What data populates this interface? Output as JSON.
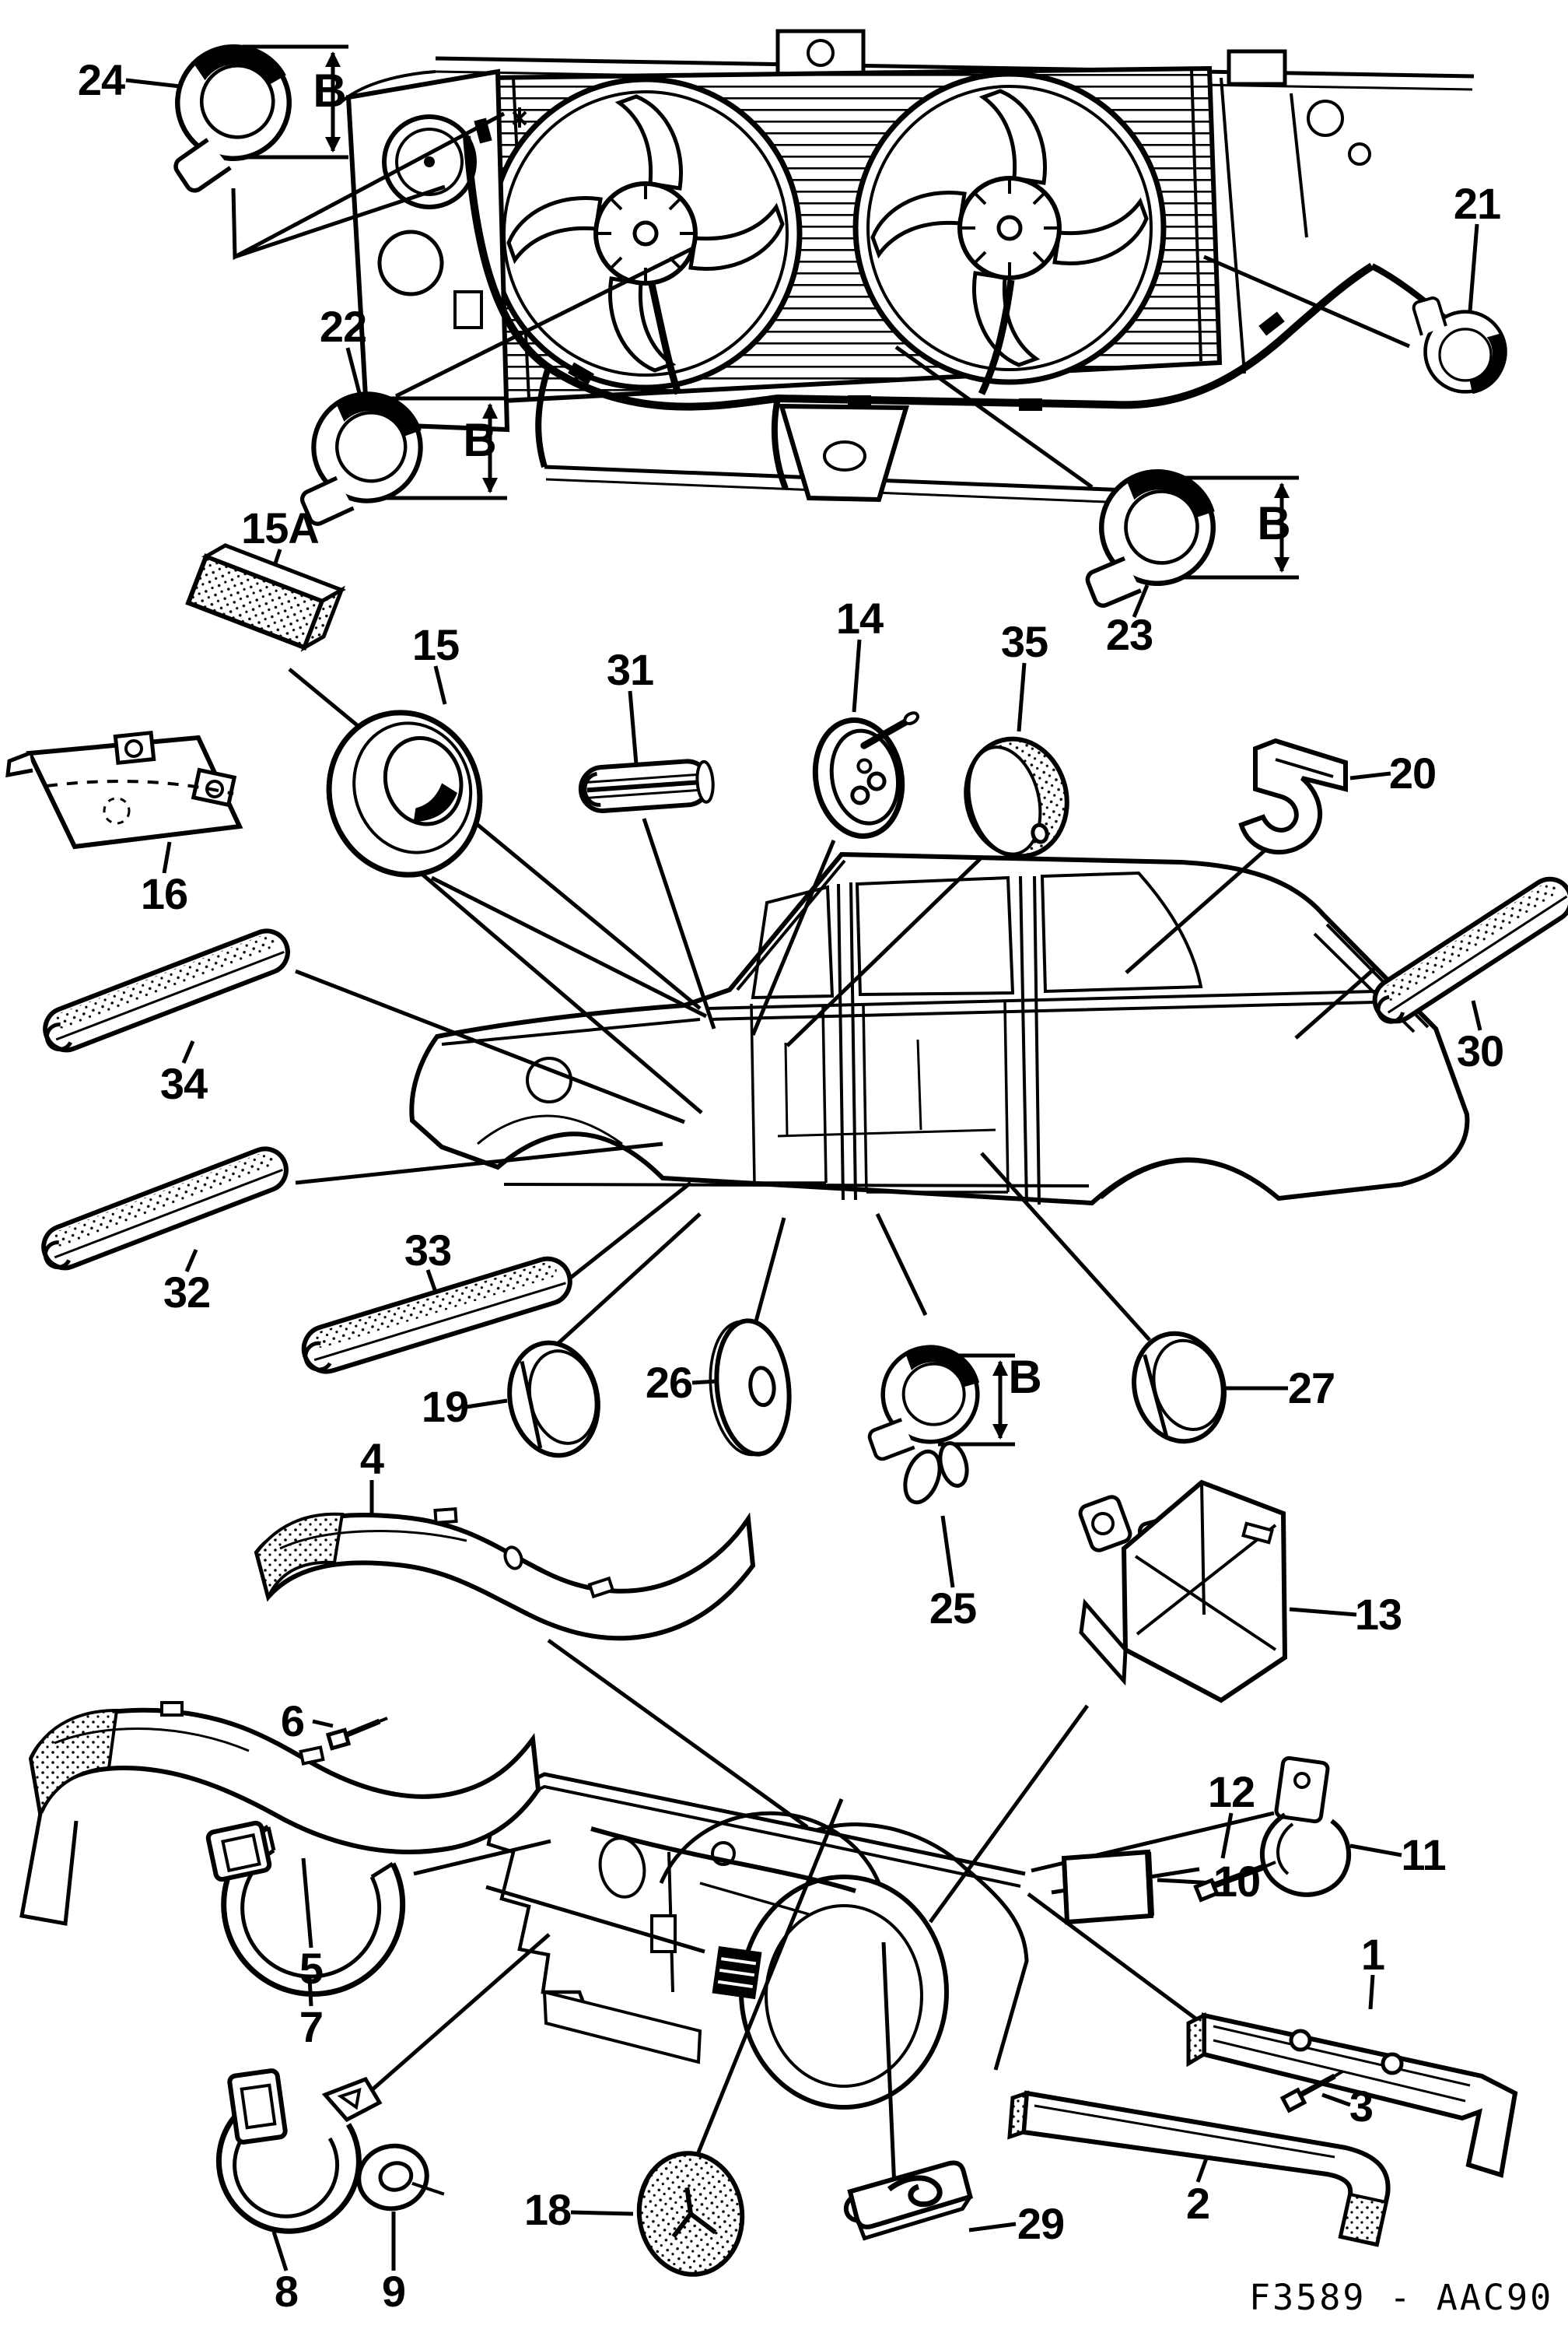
{
  "figure": {
    "type": "exploded-parts-diagram",
    "footer_code": "F3589 - AAC90",
    "dimension_letter": "B"
  },
  "callouts": {
    "1": "1",
    "2": "2",
    "3": "3",
    "4": "4",
    "5": "5",
    "6": "6",
    "7": "7",
    "8": "8",
    "9": "9",
    "10": "10",
    "11": "11",
    "12": "12",
    "13": "13",
    "14": "14",
    "15": "15",
    "15A": "15A",
    "16": "16",
    "18": "18",
    "19": "19",
    "20": "20",
    "21": "21",
    "22": "22",
    "23": "23",
    "24": "24",
    "25": "25",
    "26": "26",
    "27": "27",
    "29": "29",
    "30": "30",
    "31": "31",
    "32": "32",
    "33": "33",
    "34": "34",
    "35": "35"
  }
}
